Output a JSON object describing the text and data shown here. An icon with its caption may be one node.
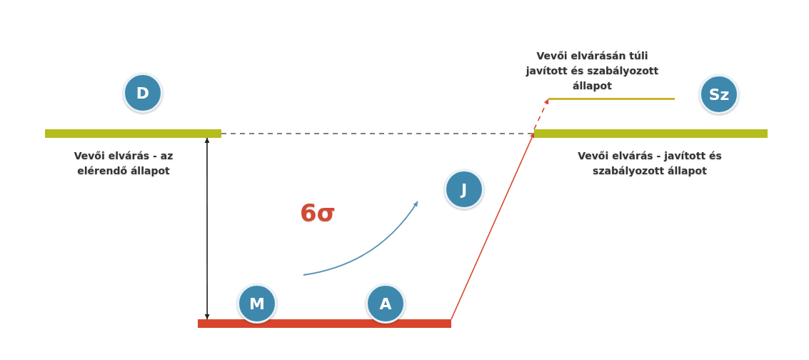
{
  "diagram": {
    "nodes": [
      {
        "text": [
          "D"
        ]
      },
      {
        "text": [
          "Sz"
        ]
      },
      {
        "text": [
          "J"
        ]
      },
      {
        "text": [
          "M"
        ]
      },
      {
        "text": [
          "A"
        ]
      },
      {
        "text": [],
        "shape": "bar",
        "beside": [
          "Vevői elvárás - az elérendő állapot"
        ]
      },
      {
        "text": [],
        "shape": "bar",
        "beside": [
          "Vevői elvárás - javított és szabályozott állapot"
        ]
      },
      {
        "text": [],
        "shape": "bar",
        "beside": [
          "Vevői elvárásán túli javított és szabályozott állapot"
        ]
      },
      {
        "text": [],
        "shape": "bar"
      }
    ],
    "edges": [
      {
        "from": 5,
        "to": 6,
        "arrow": "none",
        "style": "dashed",
        "color": "#555555"
      },
      {
        "from": 8,
        "to": 6,
        "arrow": "to",
        "color": "#d9452b"
      },
      {
        "from": 6,
        "to": 7,
        "arrow": "to",
        "style": "dashed",
        "color": "#d9452b"
      },
      {
        "from": 5,
        "to": 8,
        "arrow": "both",
        "color": "#222222"
      }
    ],
    "labels": [
      "6σ"
    ]
  }
}
